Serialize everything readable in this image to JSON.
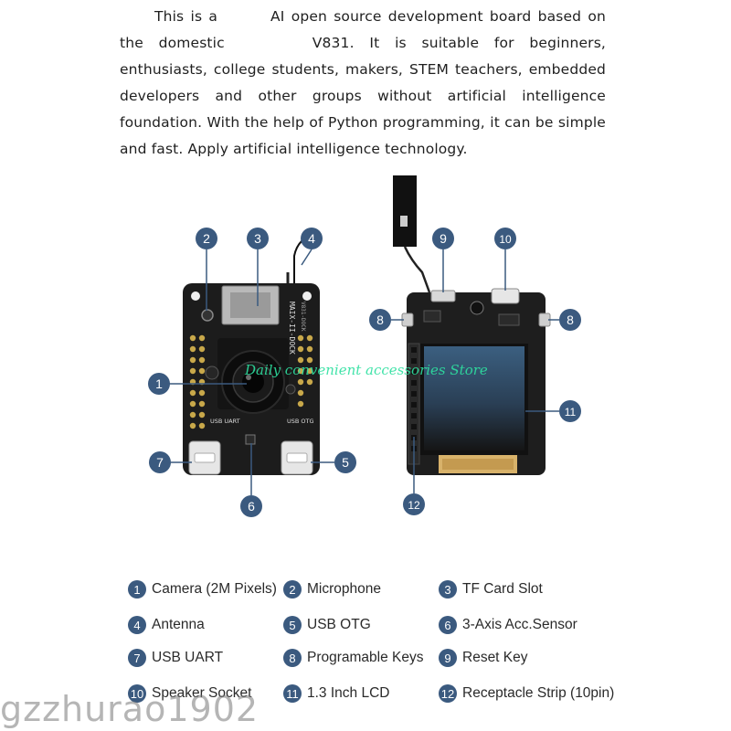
{
  "intro": {
    "line1_a": "This is a",
    "line1_b": "AI open source development board based on the",
    "line2_a": "domestic",
    "line2_b": "V831. It is suitable for beginners, enthusiasts, college students, makers, STEM teachers, embedded developers and other groups without artificial intelligence foundation. With the help of Python programming, it can be simple and fast. Apply artificial intelligence technology."
  },
  "board_front": {
    "silkscreen_name": "MAIX-II-DOCK",
    "silkscreen_version": "V831-DOCK",
    "usb_uart_label": "USB UART",
    "usb_otg_label": "USB OTG"
  },
  "callouts": [
    "1",
    "2",
    "3",
    "4",
    "5",
    "6",
    "7",
    "8",
    "9",
    "10",
    "11",
    "12"
  ],
  "watermark_store": "Daily convenient accessories Store",
  "legend": [
    {
      "num": "1",
      "label": "Camera (2M Pixels)"
    },
    {
      "num": "2",
      "label": "Microphone"
    },
    {
      "num": "3",
      "label": "TF Card Slot"
    },
    {
      "num": "4",
      "label": "Antenna"
    },
    {
      "num": "5",
      "label": "USB OTG"
    },
    {
      "num": "6",
      "label": "3-Axis Acc.Sensor"
    },
    {
      "num": "7",
      "label": "USB UART"
    },
    {
      "num": "8",
      "label": "Programable Keys"
    },
    {
      "num": "9",
      "label": "Reset Key"
    },
    {
      "num": "10",
      "label": "Speaker Socket"
    },
    {
      "num": "11",
      "label": "1.3 Inch LCD"
    },
    {
      "num": "12",
      "label": "Receptacle Strip (10pin)"
    }
  ],
  "user_watermark": "gzzhurao1902",
  "colors": {
    "callout": "#3b5a7f",
    "pcb": "#1c1c1c",
    "lcd_top": "#2f4a66",
    "lcd_bottom": "#1a1a1a"
  }
}
